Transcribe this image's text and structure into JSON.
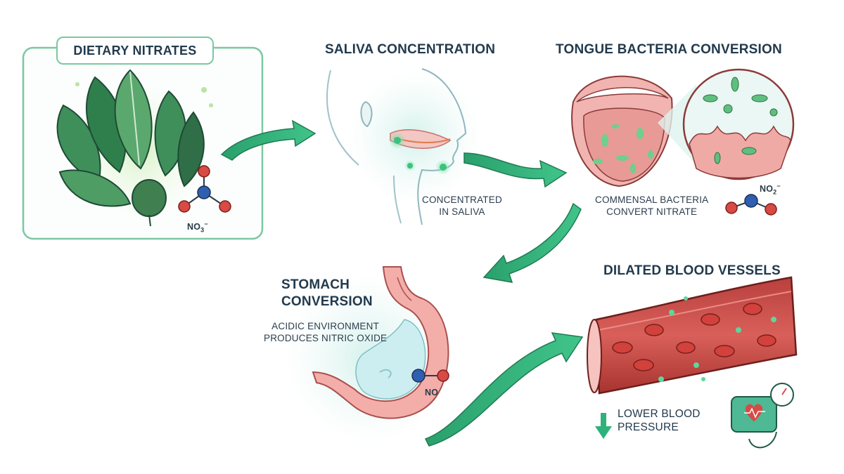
{
  "stages": {
    "dietary": {
      "title": "DIETARY NITRATES",
      "molecule": {
        "formula": "NO",
        "subscript": "3",
        "superscript": "−",
        "center_atom": "N",
        "outer_atom": "O"
      }
    },
    "saliva": {
      "title": "SALIVA CONCENTRATION",
      "caption_line1": "CONCENTRATED",
      "caption_line2": "IN SALIVA"
    },
    "tongue": {
      "title": "TONGUE BACTERIA CONVERSION",
      "caption_line1": "COMMENSAL BACTERIA",
      "caption_line2": "CONVERT NITRATE",
      "molecule": {
        "formula": "NO",
        "subscript": "2",
        "superscript": "−",
        "center_atom": "N",
        "outer_atom": "O"
      }
    },
    "stomach": {
      "title_line1": "STOMACH",
      "title_line2": "CONVERSION",
      "caption_line1": "ACIDIC ENVIRONMENT",
      "caption_line2": "PRODUCES NITRIC OXIDE",
      "molecule": {
        "formula": "NO",
        "center_atom": "N",
        "outer_atom": "O"
      }
    },
    "vessels": {
      "title": "DILATED BLOOD VESSELS",
      "result_line1": "LOWER BLOOD",
      "result_line2": "PRESSURE"
    }
  },
  "colors": {
    "arrow": "#2db27a",
    "leaf": "#3f8f5a",
    "panel_border": "#7cc7a3",
    "tissue": "#e8a0a0",
    "blood": "#c8433f",
    "nitrogen": "#2f5fb0",
    "oxygen": "#d84a44",
    "glow": "#5fd69a"
  },
  "icons": [
    "down-arrow-icon",
    "heart-icon",
    "pressure-gauge-icon",
    "ear-icon"
  ]
}
